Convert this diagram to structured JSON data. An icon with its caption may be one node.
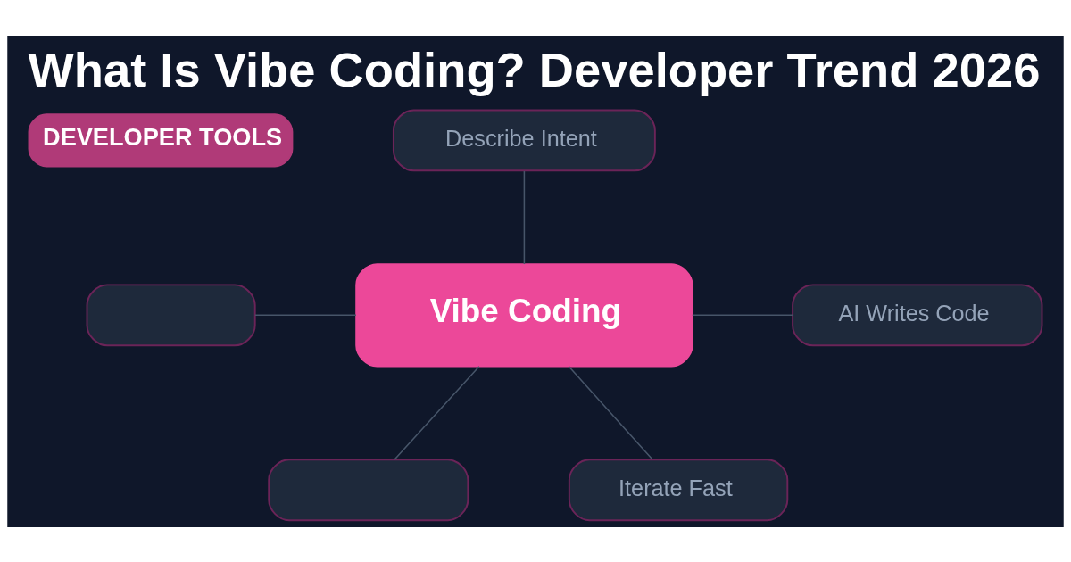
{
  "diagram": {
    "title": "What Is Vibe Coding? Developer Trend 2026",
    "nodes": [
      {
        "text": [
          "DEVELOPER TOOLS"
        ]
      },
      {
        "text": [
          "Describe Intent"
        ]
      },
      {
        "text": [],
        "shape": "box"
      },
      {
        "text": [
          "AI Writes Code"
        ]
      },
      {
        "text": [
          "Vibe Coding"
        ]
      },
      {
        "text": [],
        "shape": "box"
      },
      {
        "text": [
          "Iterate Fast"
        ]
      }
    ],
    "edges": [
      {
        "from": 1,
        "to": 4,
        "arrow": "none"
      },
      {
        "from": 2,
        "to": 4,
        "arrow": "none"
      },
      {
        "from": 4,
        "to": 3,
        "arrow": "none"
      },
      {
        "from": 4,
        "to": 5,
        "arrow": "none"
      },
      {
        "from": 4,
        "to": 6,
        "arrow": "none"
      }
    ]
  }
}
